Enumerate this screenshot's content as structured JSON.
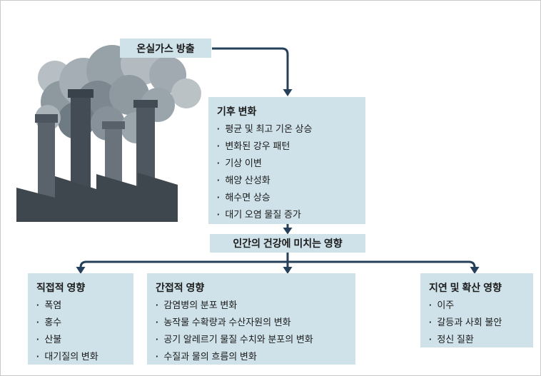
{
  "source_label": "온실가스 방출",
  "climate": {
    "title": "기후 변화",
    "items": [
      "평균 및 최고 기온 상승",
      "변화된 강우 패턴",
      "기상 이변",
      "해양 산성화",
      "해수면 상승",
      "대기 오염 물질 증가"
    ]
  },
  "banner": "인간의 건강에 미치는 영향",
  "effects": [
    {
      "title": "직접적 영향",
      "items": [
        "폭염",
        "홍수",
        "산불",
        "대기질의 변화"
      ]
    },
    {
      "title": "간접적 영향",
      "items": [
        "감염병의 분포 변화",
        "농작물 수확량과 수산자원의 변화",
        "공기 알레르기 물질 수치와 분포의 변화",
        "수질과 물의 흐름의 변화"
      ]
    },
    {
      "title": "지연 및 확산 영향",
      "items": [
        "이주",
        "갈등과 사회 불안",
        "정신 질환"
      ]
    }
  ],
  "icons": {
    "factory": "factory-smokestacks-illustration"
  },
  "colors": {
    "box_bg": "#cfe2e9",
    "arrow": "#24405a"
  }
}
